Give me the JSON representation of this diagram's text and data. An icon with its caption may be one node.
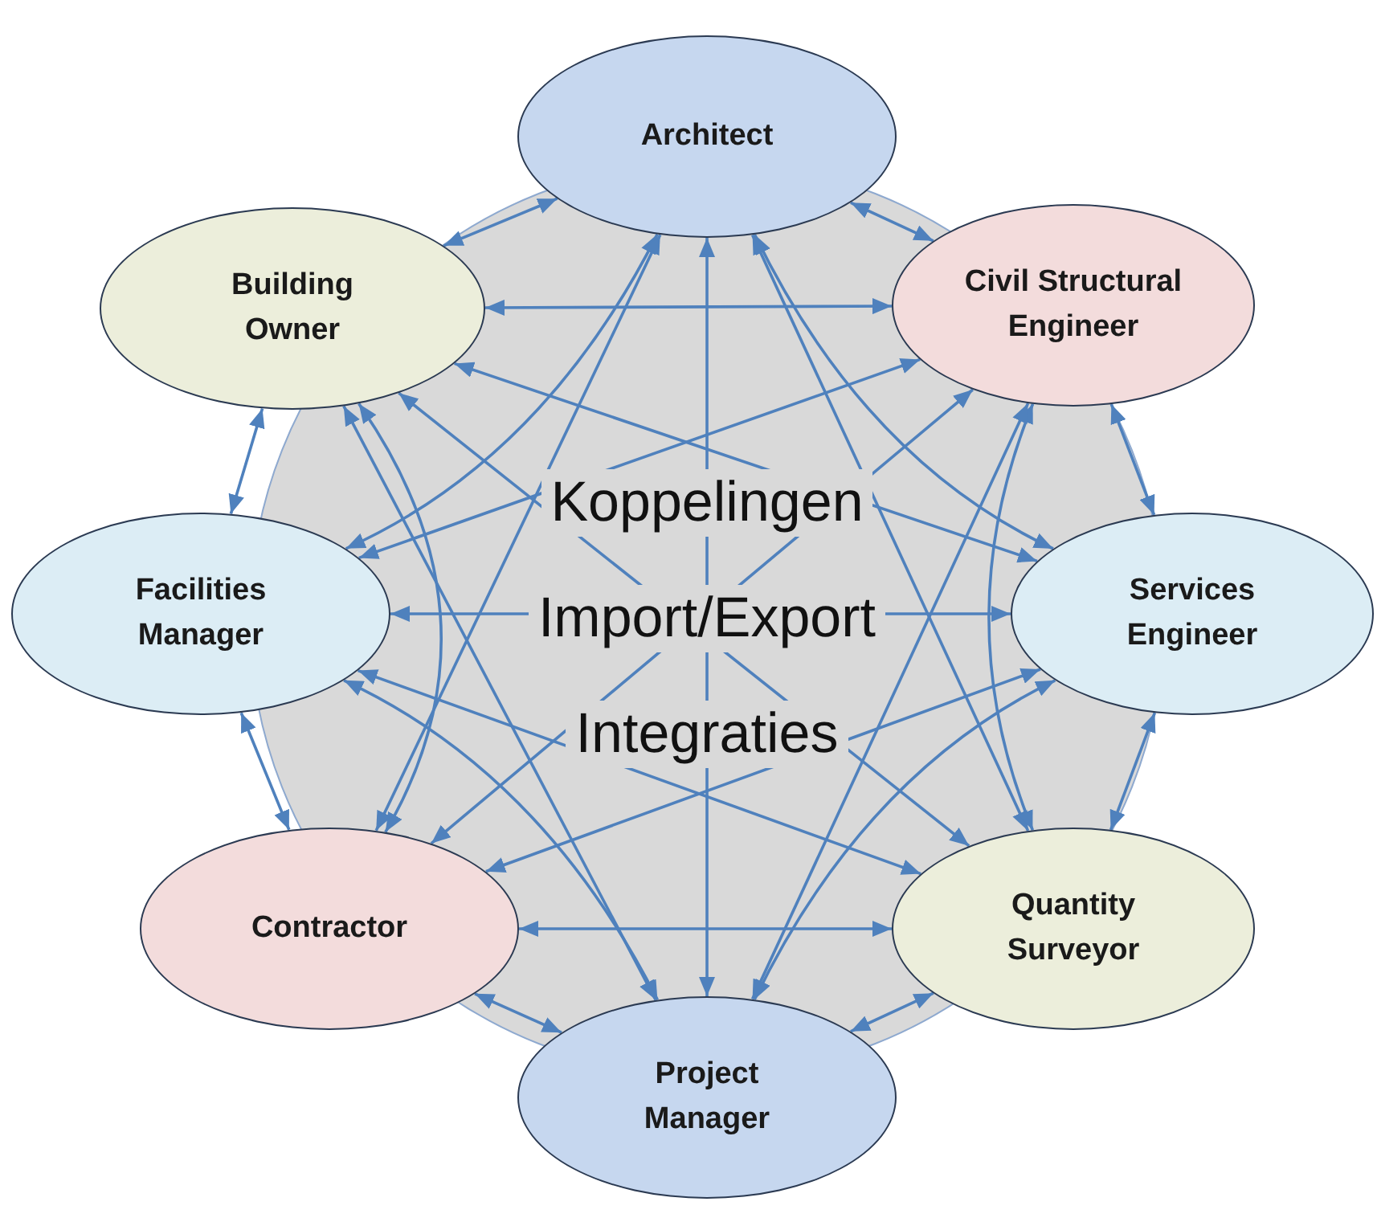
{
  "diagram": {
    "nodes": [
      {
        "text": [
          "Architect"
        ]
      },
      {
        "text": [
          "Building Owner"
        ]
      },
      {
        "text": [
          "Civil Structural Engineer"
        ]
      },
      {
        "text": [
          "Facilities Manager"
        ]
      },
      {
        "text": [
          "Services Engineer"
        ]
      },
      {
        "text": [
          "Contractor"
        ]
      },
      {
        "text": [
          "Quantity Surveyor"
        ]
      },
      {
        "text": [
          "Project Manager"
        ]
      }
    ],
    "edges": [
      {
        "from": 0,
        "to": 1,
        "arrow": "both"
      },
      {
        "from": 0,
        "to": 2,
        "arrow": "both"
      },
      {
        "from": 0,
        "to": 3,
        "arrow": "both"
      },
      {
        "from": 0,
        "to": 4,
        "arrow": "both"
      },
      {
        "from": 0,
        "to": 5,
        "arrow": "both"
      },
      {
        "from": 0,
        "to": 6,
        "arrow": "both"
      },
      {
        "from": 0,
        "to": 7,
        "arrow": "both"
      },
      {
        "from": 1,
        "to": 2,
        "arrow": "both"
      },
      {
        "from": 1,
        "to": 3,
        "arrow": "both"
      },
      {
        "from": 1,
        "to": 4,
        "arrow": "both"
      },
      {
        "from": 1,
        "to": 5,
        "arrow": "both"
      },
      {
        "from": 1,
        "to": 6,
        "arrow": "both"
      },
      {
        "from": 1,
        "to": 7,
        "arrow": "both"
      },
      {
        "from": 2,
        "to": 3,
        "arrow": "both"
      },
      {
        "from": 2,
        "to": 4,
        "arrow": "both"
      },
      {
        "from": 2,
        "to": 5,
        "arrow": "both"
      },
      {
        "from": 2,
        "to": 6,
        "arrow": "both"
      },
      {
        "from": 2,
        "to": 7,
        "arrow": "both"
      },
      {
        "from": 3,
        "to": 4,
        "arrow": "both"
      },
      {
        "from": 3,
        "to": 5,
        "arrow": "both"
      },
      {
        "from": 3,
        "to": 6,
        "arrow": "both"
      },
      {
        "from": 3,
        "to": 7,
        "arrow": "both"
      },
      {
        "from": 4,
        "to": 5,
        "arrow": "both"
      },
      {
        "from": 4,
        "to": 6,
        "arrow": "both"
      },
      {
        "from": 4,
        "to": 7,
        "arrow": "both"
      },
      {
        "from": 5,
        "to": 6,
        "arrow": "both"
      },
      {
        "from": 5,
        "to": 7,
        "arrow": "both"
      },
      {
        "from": 6,
        "to": 7,
        "arrow": "both"
      }
    ],
    "labels": [
      "Koppelingen",
      "Import/Export",
      "Integraties"
    ]
  }
}
